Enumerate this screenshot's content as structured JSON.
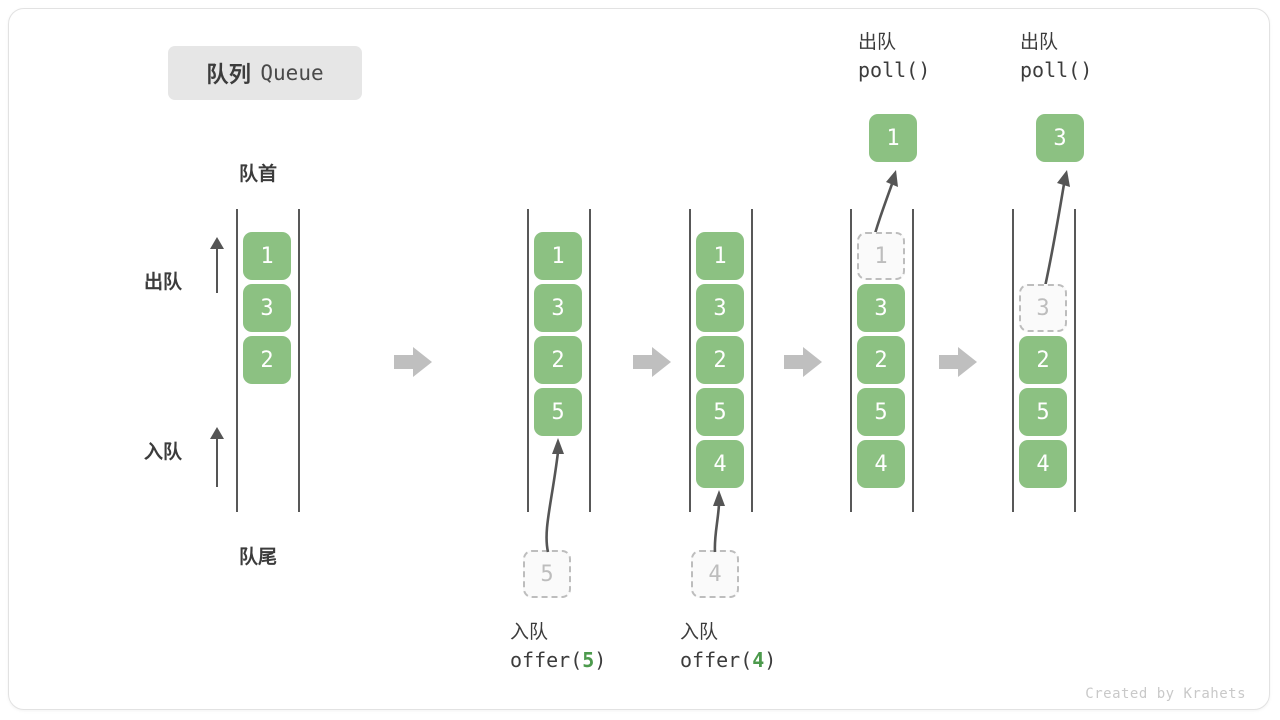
{
  "diagram": {
    "title_cn": "队列",
    "title_en": "Queue",
    "head_label": "队首",
    "tail_label": "队尾",
    "dequeue_label": "出队",
    "enqueue_label": "入队",
    "footer": "Created by Krahets",
    "colors": {
      "element_fill": "#8cc182",
      "element_text": "#ffffff",
      "ghost_fill": "#fafafa",
      "ghost_border": "#bdbdbd",
      "ghost_text": "#bdbdbd",
      "rail": "#585858",
      "step_arrow": "#bfbfbf",
      "badge_bg": "#e6e6e6",
      "text": "#3c3c3c",
      "arg_green": "#4c9a4c",
      "footer_text": "#c9c9c9"
    }
  },
  "states": [
    {
      "name": "initial",
      "items": [
        "1",
        "3",
        "2"
      ],
      "ghost": null,
      "op_line1": "",
      "op_line2": "",
      "op_arg": "",
      "emitted": null
    },
    {
      "name": "after-offer-5",
      "items": [
        "1",
        "3",
        "2",
        "5"
      ],
      "ghost": "5",
      "op_line1": "入队",
      "op_line2_prefix": "offer(",
      "op_arg": "5",
      "op_line2_suffix": ")",
      "emitted": null
    },
    {
      "name": "after-offer-4",
      "items": [
        "1",
        "3",
        "2",
        "5",
        "4"
      ],
      "ghost": "4",
      "op_line1": "入队",
      "op_line2_prefix": "offer(",
      "op_arg": "4",
      "op_line2_suffix": ")",
      "emitted": null
    },
    {
      "name": "after-poll-1",
      "items": [
        "3",
        "2",
        "5",
        "4"
      ],
      "ghost": "1",
      "op_line1": "出队",
      "op_line2_prefix": "poll(",
      "op_arg": "",
      "op_line2_suffix": ")",
      "emitted": "1"
    },
    {
      "name": "after-poll-3",
      "items": [
        "2",
        "5",
        "4"
      ],
      "ghost": "3",
      "op_line1": "出队",
      "op_line2_prefix": "poll(",
      "op_arg": "",
      "op_line2_suffix": ")",
      "emitted": "3"
    }
  ],
  "labels": {
    "col1_cells": [
      "1",
      "3",
      "2"
    ],
    "col2_cells": [
      "1",
      "3",
      "2",
      "5"
    ],
    "col2_ghost": "5",
    "col3_cells": [
      "1",
      "3",
      "2",
      "5",
      "4"
    ],
    "col3_ghost": "4",
    "col4_ghost": "1",
    "col4_cells": [
      "3",
      "2",
      "5",
      "4"
    ],
    "col4_emitted": "1",
    "col5_ghost": "3",
    "col5_cells": [
      "2",
      "5",
      "4"
    ],
    "col5_emitted": "3"
  },
  "operations": {
    "offer5_cn": "入队",
    "offer5_code_prefix": "offer(",
    "offer5_code_arg": "5",
    "offer5_code_suffix": ")",
    "offer4_cn": "入队",
    "offer4_code_prefix": "offer(",
    "offer4_code_arg": "4",
    "offer4_code_suffix": ")",
    "poll1_cn": "出队",
    "poll1_code": "poll()",
    "poll2_cn": "出队",
    "poll2_code": "poll()"
  }
}
